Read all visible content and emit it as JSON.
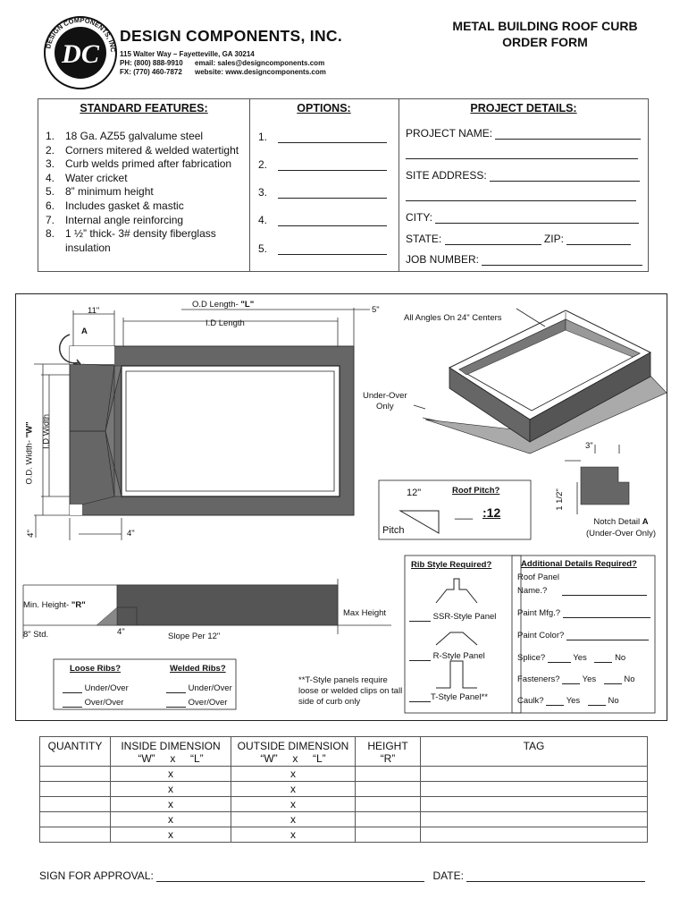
{
  "header": {
    "logo_top_text": "DESIGN COMPONENTS, INC.",
    "logo_letters": "DC",
    "company": "DESIGN COMPONENTS, INC.",
    "address": "115 Walter Way – Fayetteville, GA 30214",
    "phone": "PH: (800) 888-9910",
    "email": "email: sales@designcomponents.com",
    "fax": "FX: (770) 460-7872",
    "website": "website: www.designcomponents.com",
    "form_title_1": "METAL BUILDING ROOF CURB",
    "form_title_2": "ORDER FORM"
  },
  "features": {
    "title": "STANDARD FEATURES:",
    "items": [
      {
        "n": "1.",
        "text": "18 Ga. AZ55 galvalume steel"
      },
      {
        "n": "2.",
        "text": "Corners mitered & welded watertight"
      },
      {
        "n": "3.",
        "text": "Curb welds primed after fabrication"
      },
      {
        "n": "4.",
        "text": "Water cricket"
      },
      {
        "n": "5.",
        "text": "8” minimum height"
      },
      {
        "n": "6.",
        "text": "Includes gasket & mastic"
      },
      {
        "n": "7.",
        "text": "Internal angle reinforcing"
      },
      {
        "n": "8.",
        "text": "1 ½” thick- 3# density fiberglass insulation"
      }
    ]
  },
  "options": {
    "title": "OPTIONS:",
    "items": [
      "1.",
      "2.",
      "3.",
      "4.",
      "5."
    ]
  },
  "project": {
    "title": "PROJECT DETAILS:",
    "project_name": "PROJECT NAME:",
    "site_address": "SITE ADDRESS:",
    "city": "CITY:",
    "state": "STATE:",
    "zip": "ZIP:",
    "job_number": "JOB NUMBER:"
  },
  "diagram": {
    "dim_11": "11\"",
    "od_length_prefix": "O.D Length- ",
    "od_length_L": "\"L\"",
    "dim_5": "5\"",
    "id_length": "I.D Length",
    "marker_a": "A",
    "od_width_prefix": "O.D. Width- ",
    "od_width_W": "\"W\"",
    "id_width": "I.D Width",
    "dim_4_left": "4\"",
    "dim_4_bottom": "4\"",
    "angles_note": "All Angles On 24\" Centers",
    "under_over": "Under-Over",
    "only": "Only",
    "dim_3": "3\"",
    "dim_1_5": "1 1/2\"",
    "notch_detail_prefix": "Notch Detail ",
    "notch_detail_A": "A",
    "notch_detail_sub": "(Under-Over Only)",
    "pitch_12": "12\"",
    "roof_pitch": "Roof Pitch?",
    "pitch_blank": "___",
    "pitch_value": ":12",
    "pitch_label": "Pitch",
    "min_height_prefix": "Min. Height- ",
    "min_height_R": "\"R\"",
    "std_8": "8\" Std.",
    "dim_4_side": "4\"",
    "slope": "Slope Per 12\"",
    "max_height": "Max Height",
    "loose_ribs": "Loose Ribs?",
    "welded_ribs": "Welded Ribs?",
    "under_over_opt": "Under/Over",
    "over_over_opt": "Over/Over",
    "tstyle_note": "**T-Style panels require loose or welded clips on tall side of curb only",
    "rib_title": "Rib Style Required?",
    "ssr_label": "SSR-Style Panel",
    "r_label": "R-Style Panel",
    "t_label": "T-Style Panel**",
    "add_title": "Additional Details Required?",
    "roof_panel": "Roof Panel",
    "name_q": "Name.?",
    "paint_mfg": "Paint Mfg.?",
    "paint_color": "Paint Color?",
    "splice": "Splice?",
    "fasteners": "Fasteners?",
    "caulk": "Caulk?",
    "yes": "Yes",
    "no": "No"
  },
  "table": {
    "headers": [
      {
        "line1": "QUANTITY",
        "line2": ""
      },
      {
        "line1": "INSIDE DIMENSION",
        "line2": "“W”     x     “L”"
      },
      {
        "line1": "OUTSIDE DIMENSION",
        "line2": "“W”     x     “L”"
      },
      {
        "line1": "HEIGHT",
        "line2": "“R”"
      },
      {
        "line1": "TAG",
        "line2": ""
      }
    ],
    "row_x": "x"
  },
  "footer": {
    "sign": "SIGN FOR APPROVAL:",
    "date": "DATE:"
  }
}
